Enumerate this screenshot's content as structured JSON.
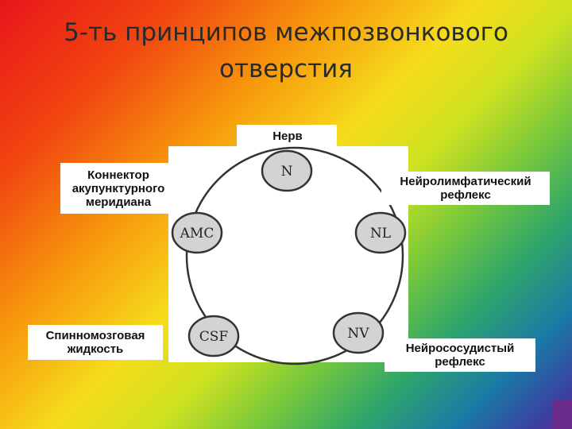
{
  "title": {
    "line1": "5-ть принципов межпозвонкового",
    "line2": "отверстия"
  },
  "labels": {
    "nerve": "Нерв",
    "connector_line1": "Коннектор",
    "connector_line2": "акупунктурного",
    "connector_line3": "меридиана",
    "neurolymph_line1": "Нейролимфатический",
    "neurolymph_line2": "рефлекс",
    "csf_line1": "Спинномозговая",
    "csf_line2": "жидкость",
    "neurovascular_line1": "Нейрососудистый",
    "neurovascular_line2": "рефлекс"
  },
  "nodes": {
    "n": "N",
    "nl": "NL",
    "nv": "NV",
    "csf": "CSF",
    "amc": "AMC"
  },
  "colors": {
    "node_fill": "#d3d3d3",
    "node_stroke": "#333333",
    "ring_stroke": "#333333"
  }
}
